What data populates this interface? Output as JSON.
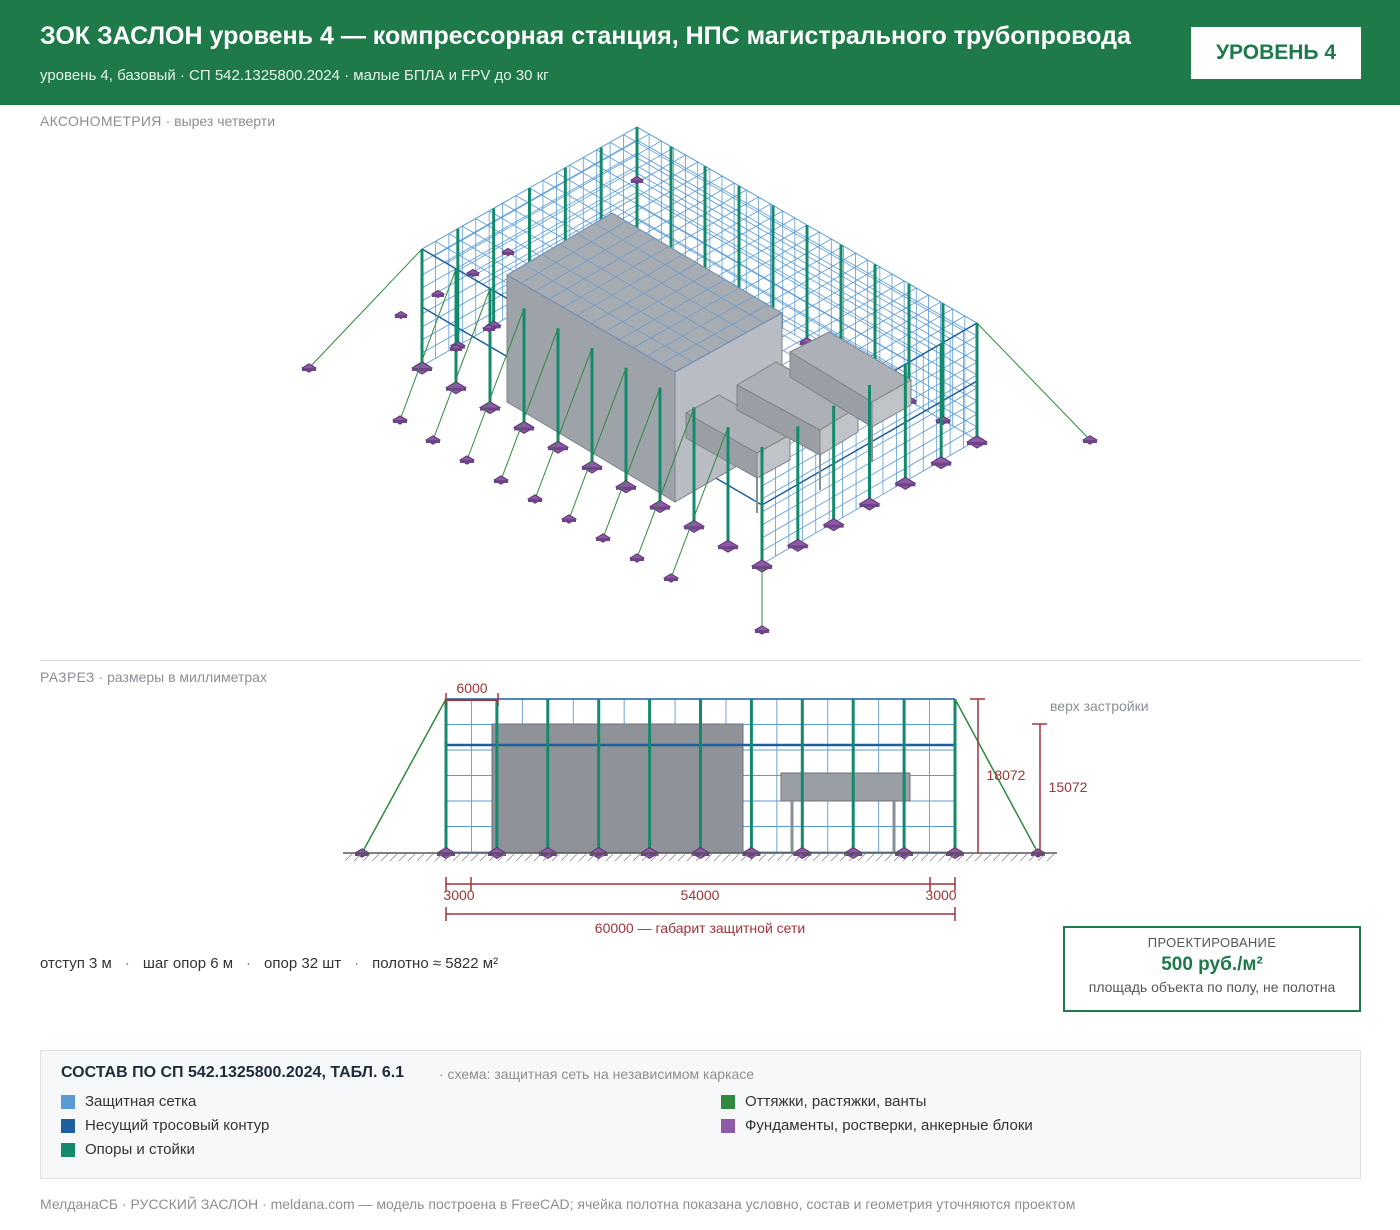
{
  "header": {
    "title": "ЗОК ЗАСЛОН уровень 4 — компрессорная станция, НПС магистрального трубопровода",
    "subtitle": "уровень 4, базовый · СП 542.1325800.2024 · малые БПЛА и FPV до 30 кг",
    "badge": "УРОВЕНЬ 4"
  },
  "axo": {
    "label": "АКСОНОМЕТРИЯ",
    "note": " · вырез четверти"
  },
  "section": {
    "label": "РАЗРЕЗ",
    "note": " · размеры в миллиметрах",
    "dim_top": "6000",
    "dim_height_total": "18072",
    "dim_height_building": "15072",
    "top_label": "верх застройки",
    "dim_left": "3000",
    "dim_mid": "54000",
    "dim_right": "3000",
    "dim_total": "60000 — габарит защитной сети"
  },
  "stats": {
    "offset": "отступ 3 м",
    "step": "шаг опор 6 м",
    "supports": "опор 32 шт",
    "cloth": "полотно ≈ 5822 м²"
  },
  "price": {
    "caption": "ПРОЕКТИРОВАНИЕ",
    "value": "500 руб./м²",
    "note": "площадь объекта по полу, не полотна"
  },
  "legend": {
    "title": "СОСТАВ ПО СП 542.1325800.2024, ТАБЛ. 6.1",
    "note": "· схема: защитная сеть на независимом каркасе",
    "items": [
      {
        "label": "Защитная сетка",
        "color": "#5b9bd5"
      },
      {
        "label": "Несущий тросовый контур",
        "color": "#1f5f9e"
      },
      {
        "label": "Опоры и стойки",
        "color": "#138a6e"
      },
      {
        "label": "Оттяжки, растяжки, ванты",
        "color": "#2e8b3e"
      },
      {
        "label": "Фундаменты, ростверки, анкерные блоки",
        "color": "#8e5aa8"
      }
    ]
  },
  "footer": {
    "text": "МелданаСБ · РУССКИЙ ЗАСЛОН · meldana.com — модель построена в FreeCAD; ячейка полотна показана условно, состав и геометрия уточняются проектом"
  }
}
